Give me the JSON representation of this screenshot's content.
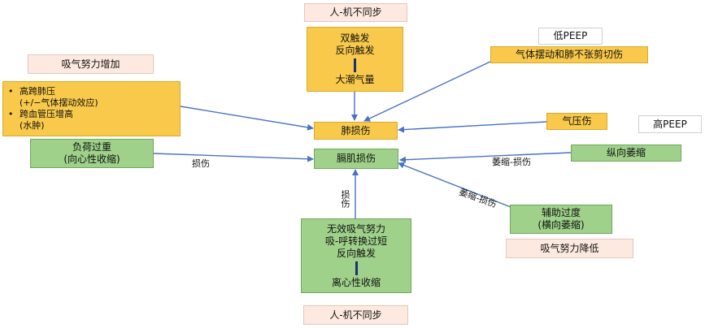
{
  "labels": {
    "async_top": "人-机不同步",
    "async_bottom": "人-机不同步",
    "low_peep": "低PEEP",
    "high_peep": "高PEEP",
    "effort_increase": "吸气努力增加",
    "effort_decrease": "吸气努力降低"
  },
  "boxes": {
    "dyssync_top": {
      "line1": "双触发",
      "line2": "反向触发",
      "line3": "大潮气量"
    },
    "gas_oscillation": "气体摆动和肺不张剪切伤",
    "pressures": {
      "item1_line1": "高跨肺压",
      "item1_line2": "(+/−气体摆动效应)",
      "item2_line1": "跨血管压增高",
      "item2_line2": "(水肿)"
    },
    "lung_injury": "肺损伤",
    "barotrauma": "气压伤",
    "overload": {
      "line1": "负荷过重",
      "line2": "(向心性收缩)"
    },
    "diaphragm_injury": "膈肌损伤",
    "longitudinal_atrophy": "纵向萎缩",
    "over_assist": {
      "line1": "辅助过度",
      "line2": "(横向萎缩)"
    },
    "ineffective": {
      "line1": "无效吸气努力",
      "line2": "吸-呼转换过短",
      "line3": "反向触发",
      "line4": "离心性收缩"
    }
  },
  "edge_labels": {
    "injury_left": "损伤",
    "injury_bottom": "损伤",
    "atrophy_injury_1": "萎缩-损伤",
    "atrophy_injury_2": "萎缩-损伤"
  },
  "colors": {
    "arrow": "#4a72c4",
    "yellow": "#f8c94a",
    "green": "#9fd18a",
    "pink": "#fde9df",
    "bar": "#1f2f72"
  }
}
